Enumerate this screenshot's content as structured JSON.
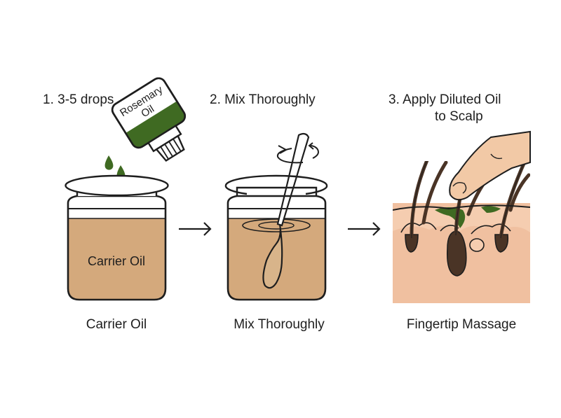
{
  "steps": [
    {
      "heading": "1.  3-5 drops",
      "bottle_label_line1": "Rosemary",
      "bottle_label_line2": "Oil",
      "jar_label": "Carrier Oil",
      "caption": "Carrier Oil"
    },
    {
      "heading": "2.  Mix Thoroughly",
      "caption": "Mix Thoroughly"
    },
    {
      "heading_line1": "3.  Apply Diluted Oil",
      "heading_line2": "to Scalp",
      "caption": "Fingertip Massage"
    }
  ],
  "colors": {
    "outline": "#1e1e1e",
    "carrier_oil": "#d4a97c",
    "rosemary_oil": "#3f6a22",
    "skin": "#f0c0a0",
    "skin_top": "#f5cdb0",
    "hair": "#4a3426",
    "finger": "#f2c9a6"
  },
  "icons": [
    "dropper-bottle-icon",
    "oil-drop-icon",
    "jar-icon",
    "stir-spoon-icon",
    "rotate-arrow-icon",
    "arrow-right-icon",
    "scalp-cross-section-icon",
    "finger-icon"
  ]
}
